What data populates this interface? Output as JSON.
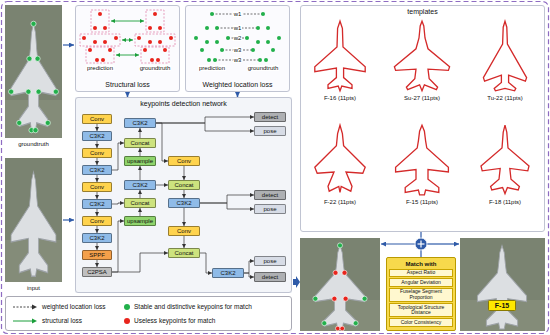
{
  "diagram": {
    "nodes": [
      {
        "text": [
          "Structural loss"
        ]
      },
      {
        "text": [
          "Weighted location loss"
        ]
      },
      {
        "text": [
          "templates"
        ]
      },
      {
        "text": [
          "keypoints detection network"
        ]
      },
      {
        "text": [
          "Conv"
        ],
        "in": 3
      },
      {
        "text": [
          "C3K2"
        ],
        "in": 3
      },
      {
        "text": [
          "Conv"
        ],
        "in": 3
      },
      {
        "text": [
          "C3K2"
        ],
        "in": 3
      },
      {
        "text": [
          "Conv"
        ],
        "in": 3
      },
      {
        "text": [
          "C3K2"
        ],
        "in": 3
      },
      {
        "text": [
          "Conv"
        ],
        "in": 3
      },
      {
        "text": [
          "C3K2"
        ],
        "in": 3
      },
      {
        "text": [
          "SPPF"
        ],
        "in": 3
      },
      {
        "text": [
          "C2PSA"
        ],
        "in": 3
      },
      {
        "text": [
          "C3K2"
        ],
        "in": 3
      },
      {
        "text": [
          "Concat"
        ],
        "in": 3
      },
      {
        "text": [
          "upsample"
        ],
        "in": 3
      },
      {
        "text": [
          "C3K2"
        ],
        "in": 3
      },
      {
        "text": [
          "Concat"
        ],
        "in": 3
      },
      {
        "text": [
          "upsample"
        ],
        "in": 3
      },
      {
        "text": [
          "Conv"
        ],
        "in": 3
      },
      {
        "text": [
          "Concat"
        ],
        "in": 3
      },
      {
        "text": [
          "C3K2"
        ],
        "in": 3
      },
      {
        "text": [
          "Conv"
        ],
        "in": 3
      },
      {
        "text": [
          "Concat"
        ],
        "in": 3
      },
      {
        "text": [
          "C3K2"
        ],
        "in": 3
      },
      {
        "text": [
          "detect"
        ],
        "in": 3
      },
      {
        "text": [
          "pose"
        ],
        "in": 3
      },
      {
        "text": [
          "detect"
        ],
        "in": 3
      },
      {
        "text": [
          "pose"
        ],
        "in": 3
      },
      {
        "text": [
          "pose"
        ],
        "in": 3
      },
      {
        "text": [
          "detect"
        ],
        "in": 3
      },
      {
        "text": [
          "Match with",
          "Aspect Ratio",
          "Angular Deviation",
          "Fuselage Segment Proportion",
          "Topological Structure Distance",
          "Color Consistency"
        ]
      },
      {
        "text": [
          "F-15"
        ]
      }
    ],
    "edges": [
      {
        "from": 0,
        "to": 3,
        "arrow": "to"
      },
      {
        "from": 1,
        "to": 3,
        "arrow": "to"
      },
      {
        "from": 4,
        "to": 5,
        "arrow": "to"
      },
      {
        "from": 5,
        "to": 6,
        "arrow": "to"
      },
      {
        "from": 6,
        "to": 7,
        "arrow": "to"
      },
      {
        "from": 7,
        "to": 8,
        "arrow": "to"
      },
      {
        "from": 8,
        "to": 9,
        "arrow": "to"
      },
      {
        "from": 9,
        "to": 10,
        "arrow": "to"
      },
      {
        "from": 10,
        "to": 11,
        "arrow": "to"
      },
      {
        "from": 11,
        "to": 12,
        "arrow": "to"
      },
      {
        "from": 12,
        "to": 13,
        "arrow": "to"
      },
      {
        "from": 13,
        "to": 19,
        "arrow": "to"
      },
      {
        "from": 19,
        "to": 18,
        "arrow": "to"
      },
      {
        "from": 9,
        "to": 18,
        "arrow": "to"
      },
      {
        "from": 18,
        "to": 17,
        "arrow": "to"
      },
      {
        "from": 17,
        "to": 16,
        "arrow": "to"
      },
      {
        "from": 16,
        "to": 15,
        "arrow": "to"
      },
      {
        "from": 7,
        "to": 15,
        "arrow": "to"
      },
      {
        "from": 15,
        "to": 14,
        "arrow": "to"
      },
      {
        "from": 14,
        "to": 20,
        "arrow": "to"
      },
      {
        "from": 20,
        "to": 21,
        "arrow": "to"
      },
      {
        "from": 17,
        "to": 21,
        "arrow": "to"
      },
      {
        "from": 21,
        "to": 22,
        "arrow": "to"
      },
      {
        "from": 22,
        "to": 23,
        "arrow": "to"
      },
      {
        "from": 23,
        "to": 24,
        "arrow": "to"
      },
      {
        "from": 13,
        "to": 24,
        "arrow": "to"
      },
      {
        "from": 24,
        "to": 25,
        "arrow": "to"
      },
      {
        "from": 14,
        "to": 26,
        "arrow": "to"
      },
      {
        "from": 14,
        "to": 27,
        "arrow": "to"
      },
      {
        "from": 22,
        "to": 28,
        "arrow": "to"
      },
      {
        "from": 22,
        "to": 29,
        "arrow": "to"
      },
      {
        "from": 25,
        "to": 30,
        "arrow": "to"
      },
      {
        "from": 25,
        "to": 31,
        "arrow": "to"
      }
    ],
    "labels": [
      "groundtruth",
      "input",
      "prediction",
      "groundtruth",
      "w1",
      "w1",
      "w2",
      "w3",
      "w3",
      "prediction",
      "groundtruth",
      "F-16 (11pts)",
      "Su-27 (11pts)",
      "Tu-22 (11pts)",
      "F-22 (11pts)",
      "F-15 (11pts)",
      "F-18 (11pts)"
    ],
    "legend": [
      {
        "text": "weighted location loss"
      },
      {
        "text": "structural loss"
      },
      {
        "text": "Stable and distinctive keypoins for match",
        "color": "#22b04b"
      },
      {
        "text": "Useless keypoints for match",
        "color": "#e8241c"
      }
    ]
  }
}
